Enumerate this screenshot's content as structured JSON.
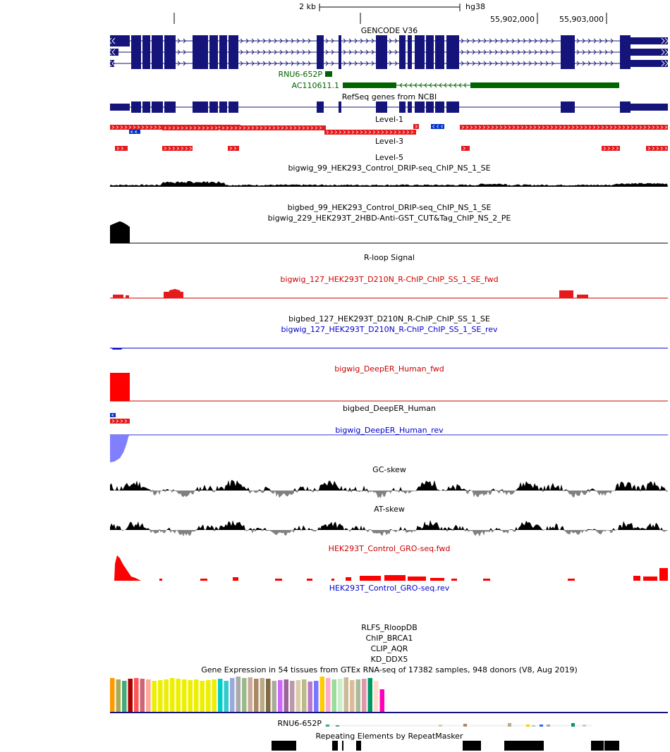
{
  "ruler": {
    "scale_label": "2 kb",
    "assembly": "hg38",
    "positions": [
      "55,902,000",
      "55,903,000"
    ]
  },
  "tracks": [
    {
      "id": "gencode",
      "label": "GENCODE V36",
      "color": "#000000"
    },
    {
      "id": "refseq",
      "label": "RefSeq genes from NCBI",
      "color": "#000000"
    },
    {
      "id": "level1",
      "label": "Level-1",
      "color": "#000000"
    },
    {
      "id": "level3",
      "label": "Level-3",
      "color": "#000000"
    },
    {
      "id": "level5",
      "label": "Level-5",
      "color": "#000000"
    },
    {
      "id": "drip_bw",
      "label": "bigwig_99_HEK293_Control_DRIP-seq_ChIP_NS_1_SE",
      "color": "#000000"
    },
    {
      "id": "drip_bb",
      "label": "bigbed_99_HEK293_Control_DRIP-seq_ChIP_NS_1_SE",
      "color": "#000000"
    },
    {
      "id": "cuttag",
      "label": "bigwig_229_HEK293T_2HBD-Anti-GST_CUT&Tag_ChIP_NS_2_PE",
      "color": "#000000"
    },
    {
      "id": "rloop",
      "label": "R-loop Signal",
      "color": "#000000"
    },
    {
      "id": "rchip_fwd",
      "label": "bigwig_127_HEK293T_D210N_R-ChIP_ChIP_SS_1_SE_fwd",
      "color": "#cc0000"
    },
    {
      "id": "rchip_bb",
      "label": "bigbed_127_HEK293T_D210N_R-ChIP_ChIP_SS_1_SE",
      "color": "#000000"
    },
    {
      "id": "rchip_rev",
      "label": "bigwig_127_HEK293T_D210N_R-ChIP_ChIP_SS_1_SE_rev",
      "color": "#0000cc"
    },
    {
      "id": "deeper_fwd",
      "label": "bigwig_DeepER_Human_fwd",
      "color": "#cc0000"
    },
    {
      "id": "deeper_bb",
      "label": "bigbed_DeepER_Human",
      "color": "#000000"
    },
    {
      "id": "deeper_rev",
      "label": "bigwig_DeepER_Human_rev",
      "color": "#0000cc"
    },
    {
      "id": "gc_skew",
      "label": "GC-skew",
      "color": "#000000"
    },
    {
      "id": "at_skew",
      "label": "AT-skew",
      "color": "#000000"
    },
    {
      "id": "gro_fwd",
      "label": "HEK293T_Control_GRO-seq.fwd",
      "color": "#cc0000"
    },
    {
      "id": "gro_rev",
      "label": "HEK293T_Control_GRO-seq.rev",
      "color": "#0000cc"
    },
    {
      "id": "rlfs",
      "label": "RLFS_RloopDB",
      "color": "#000000"
    },
    {
      "id": "chip_brca1",
      "label": "ChIP_BRCA1",
      "color": "#000000"
    },
    {
      "id": "clip_aqr",
      "label": "CLIP_AQR",
      "color": "#000000"
    },
    {
      "id": "kd_ddx5",
      "label": "KD_DDX5",
      "color": "#000000"
    },
    {
      "id": "gtex",
      "label": "Gene Expression in 54 tissues from GTEx RNA-seq of 17382 samples, 948 donors (V8, Aug 2019)",
      "color": "#000000"
    },
    {
      "id": "repeatmasker",
      "label": "Repeating Elements by RepeatMasker",
      "color": "#000000"
    }
  ],
  "gene_labels": [
    {
      "id": "rnu6_gencode",
      "text": "RNU6-652P",
      "color": "#006400"
    },
    {
      "id": "ac110611",
      "text": "AC110611.1",
      "color": "#006400"
    },
    {
      "id": "rnu6_gtex",
      "text": "RNU6-652P",
      "color": "#000000"
    }
  ],
  "colors": {
    "gene": "#14147a",
    "noncoding": "#006400",
    "forward": "#e41a1c",
    "reverse": "#0033cc",
    "deeper_rev_fill": "#8080ff",
    "skew_pos": "#000000",
    "skew_neg": "#808080"
  },
  "gtex_tissue_colors": [
    "#FF9900",
    "#AAAA55",
    "#44AA77",
    "#AA0000",
    "#FF5555",
    "#CC6677",
    "#FFAA99",
    "#EEEE00",
    "#EEEE00",
    "#EEEE00",
    "#EEEE00",
    "#EEEE00",
    "#EEEE00",
    "#EEEE00",
    "#EEEE00",
    "#EEEE00",
    "#EEEE00",
    "#EEEE00",
    "#00CCCC",
    "#33CCCC",
    "#99AADD",
    "#AAAAAA",
    "#99BB88",
    "#CCAA99",
    "#AA8866",
    "#BBAA88",
    "#7F6A43",
    "#AAAA99",
    "#CC66FF",
    "#996699",
    "#BB99AA",
    "#DDCCAA",
    "#BBBB88",
    "#BB77CC",
    "#7777FF",
    "#FFCC00",
    "#FFAACC",
    "#99DD99",
    "#CCEECC",
    "#CCBB99",
    "#DDBB99",
    "#AABB99",
    "#DD99AA",
    "#009966",
    "#FFDDCC",
    "#FF00BB"
  ]
}
